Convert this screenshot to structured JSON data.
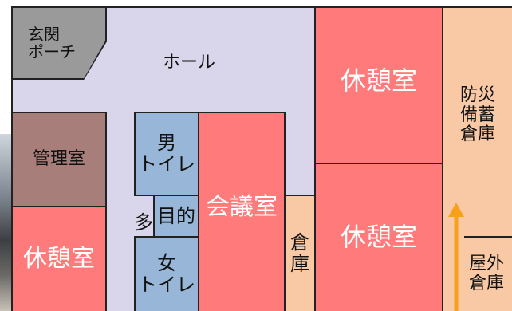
{
  "colors": {
    "hall": "#d9d5ea",
    "red": "#ff7b7b",
    "peach": "#f8c9a4",
    "blue": "#98b7d8",
    "brown": "#a77e79",
    "gray": "#9a9a9a",
    "arrow": "#f7a11b",
    "wall": "#222222"
  },
  "rooms": {
    "entrance": "玄関\nポーチ",
    "hall": "ホール",
    "management": "管理室",
    "rest_room_left": "休憩室",
    "men_toilet": "男\nトイレ",
    "multipurpose_toilet": "多目的",
    "women_toilet": "女\nトイレ",
    "meeting_room": "会議室",
    "storage_small": "倉\n庫",
    "rest_room_top": "休憩室",
    "rest_room_bottom": "休憩室",
    "disaster_storage": "防災\n備蓄\n倉庫",
    "outdoor_storage": "屋外\n倉庫"
  },
  "arrow": {
    "direction": "up",
    "icon": "arrow-up-icon"
  }
}
